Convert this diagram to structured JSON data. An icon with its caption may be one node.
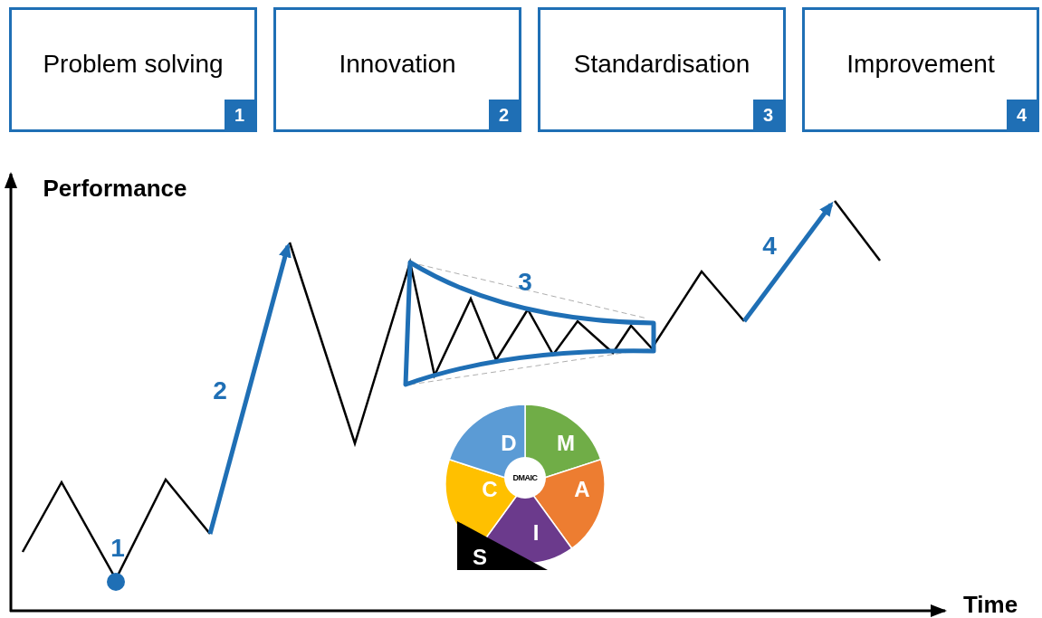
{
  "diagram": {
    "nodes": [
      {
        "text": [
          "Problem solving",
          "1"
        ]
      },
      {
        "text": [
          "Innovation",
          "2"
        ]
      },
      {
        "text": [
          "Standardisation",
          "3"
        ]
      },
      {
        "text": [
          "Improvement",
          "4"
        ]
      }
    ],
    "labels": [
      "Performance",
      "4",
      "3",
      "2",
      "D",
      "M",
      "C",
      "DMAIC",
      "A",
      "I",
      "1",
      "S",
      "Time"
    ]
  }
}
